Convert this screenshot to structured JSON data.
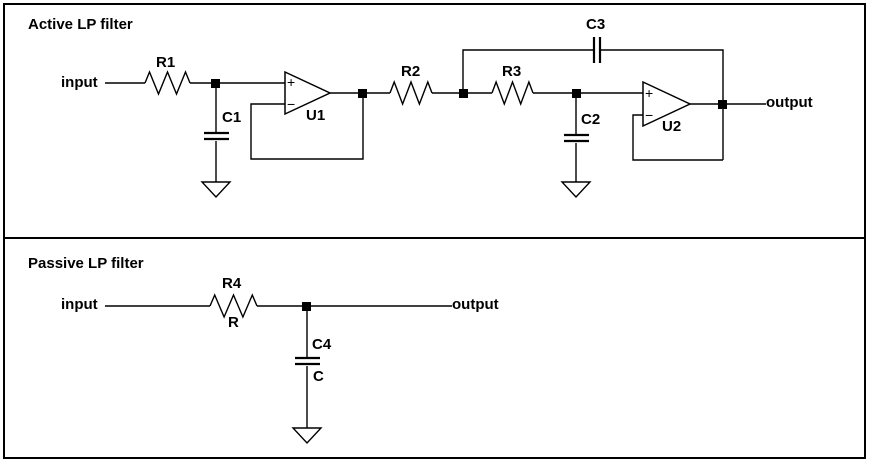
{
  "colors": {
    "background": "#ffffff",
    "line": "#000000",
    "text": "#000000"
  },
  "symbols": {
    "plus": "+",
    "minus": "−"
  },
  "active": {
    "title": "Active LP filter",
    "input_label": "input",
    "output_label": "output",
    "components": {
      "r1": "R1",
      "c1": "C1",
      "u1": "U1",
      "r2": "R2",
      "r3": "R3",
      "c3": "C3",
      "c2": "C2",
      "u2": "U2"
    }
  },
  "passive": {
    "title": "Passive LP filter",
    "input_label": "input",
    "output_label": "output",
    "components": {
      "r4": "R4",
      "r4_value": "R",
      "c4": "C4",
      "c4_value": "C"
    }
  }
}
